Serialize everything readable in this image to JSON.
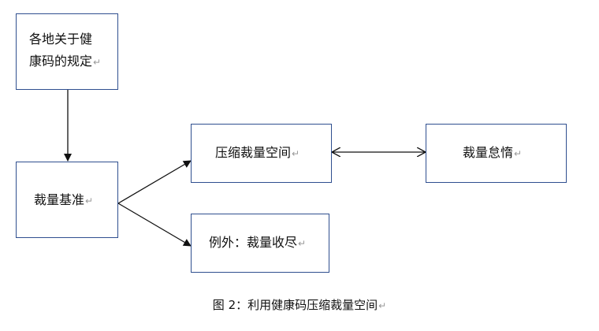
{
  "nodes": {
    "regional_rules": {
      "lines": [
        "各地关于健",
        "康码的规定"
      ]
    },
    "discretion_standard": {
      "label": "裁量基准"
    },
    "compress_space": {
      "label": "压缩裁量空间"
    },
    "discretion_lapse": {
      "label": "裁量怠惰"
    },
    "exception": {
      "label": "例外：裁量收尽"
    }
  },
  "paragraph_mark": "↵",
  "caption": {
    "text": "图 2：利用健康码压缩裁量空间"
  }
}
